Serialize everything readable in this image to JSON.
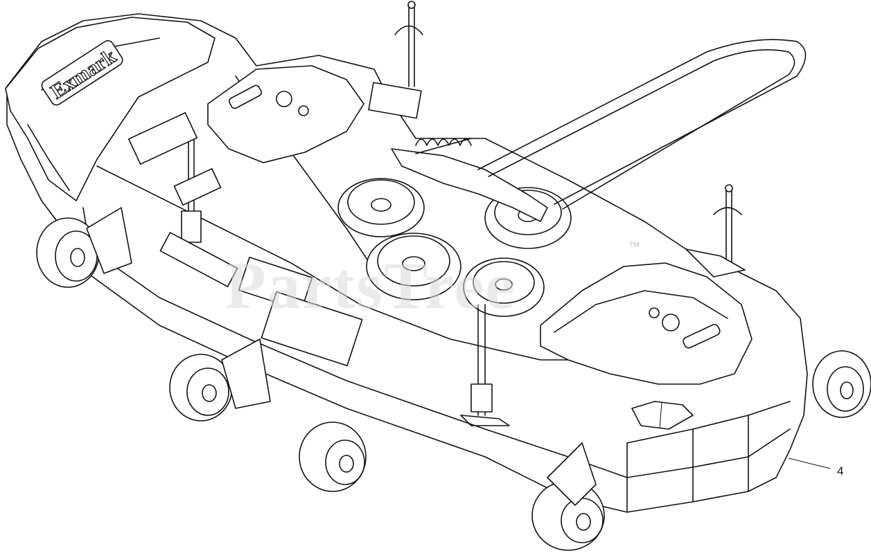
{
  "diagram": {
    "callouts": [
      {
        "id": "callout-4",
        "label": "4"
      }
    ],
    "watermark": {
      "text": "PartsTree",
      "trademark": "™"
    },
    "brand_logo": {
      "text": "Exmark"
    }
  },
  "colors": {
    "line": "#111111",
    "background": "#ffffff",
    "watermark": "#d9d9d9"
  }
}
